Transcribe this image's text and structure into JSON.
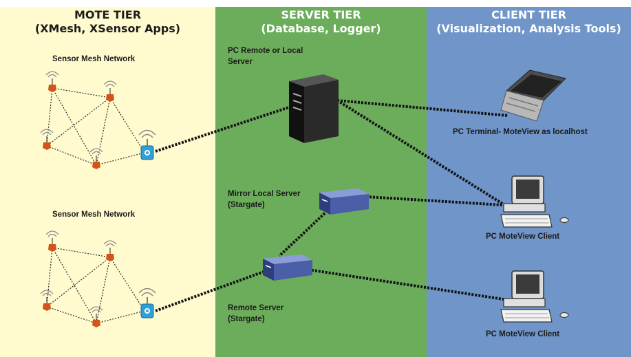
{
  "tiers": {
    "mote": {
      "title": "MOTE TIER",
      "subtitle": "(XMesh, XSensor Apps)"
    },
    "server": {
      "title": "SERVER TIER",
      "subtitle": "(Database, Logger)"
    },
    "client": {
      "title": "CLIENT TIER",
      "subtitle": "(Visualization, Analysis Tools)"
    }
  },
  "labels": {
    "mesh_top": "Sensor Mesh Network",
    "mesh_bottom": "Sensor Mesh Network",
    "main_server_line1": "PC Remote or Local",
    "main_server_line2": "Server",
    "mirror_line1": "Mirror Local Server",
    "mirror_line2": "(Stargate)",
    "remote_line1": "Remote Server",
    "remote_line2": "(Stargate)",
    "laptop": "PC Terminal- MoteView as localhost",
    "client1": "PC MoteView Client",
    "client2": "PC MoteView Client"
  },
  "colors": {
    "mote_tier_bg": "#fffbcf",
    "server_tier_bg": "#6cad5c",
    "client_tier_bg": "#6f95c9",
    "mote_node": "#d2541b",
    "gateway": "#2f9fd8",
    "stargate_box": "#4a5fa8"
  }
}
